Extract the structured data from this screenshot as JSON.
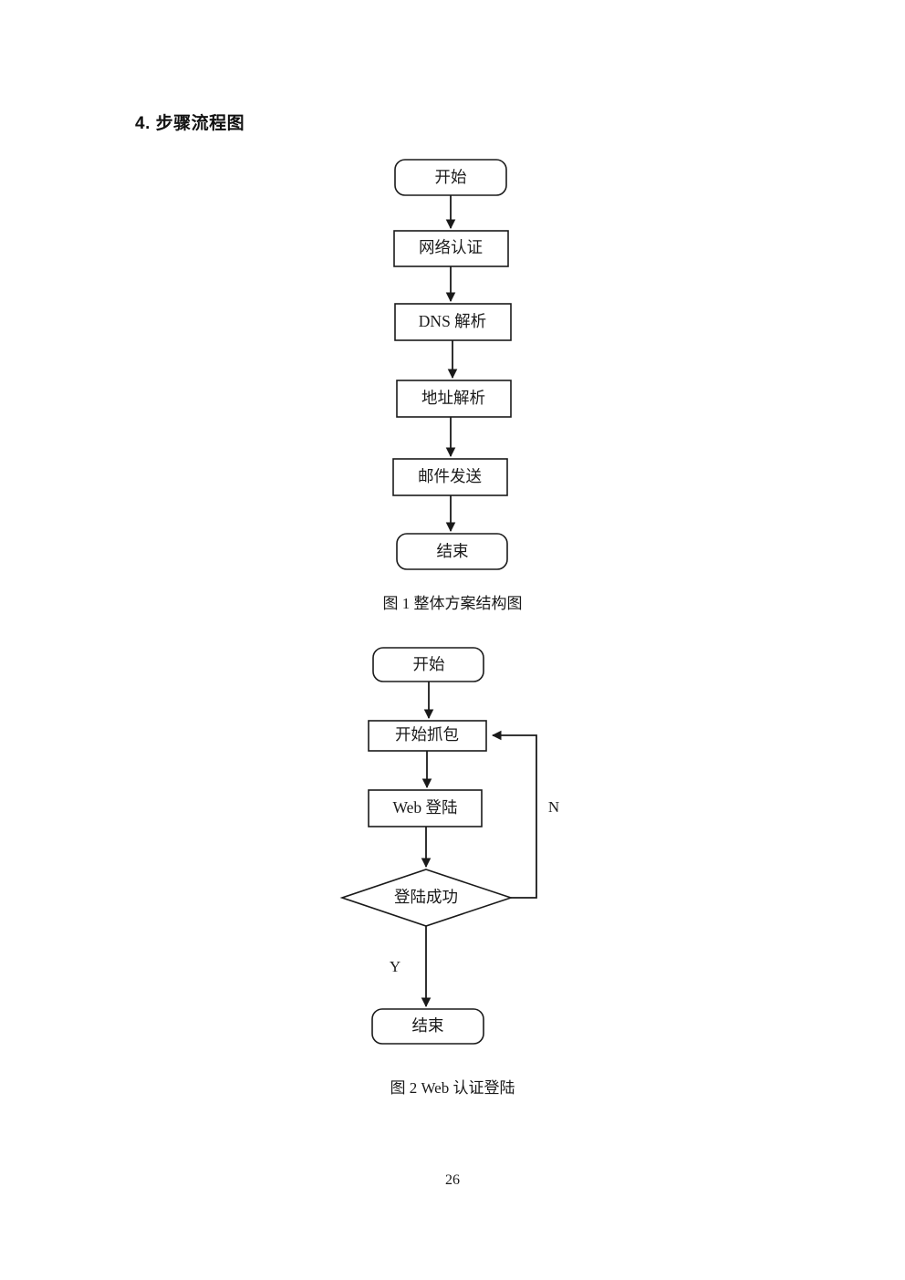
{
  "document": {
    "heading": "4. 步骤流程图",
    "page_number": "26"
  },
  "figure1": {
    "caption": "图 1  整体方案结构图",
    "nodes": [
      {
        "id": "f1-start",
        "label": "开始",
        "shape": "rounded"
      },
      {
        "id": "f1-auth",
        "label": "网络认证",
        "shape": "rect"
      },
      {
        "id": "f1-dns",
        "label": "DNS 解析",
        "shape": "rect"
      },
      {
        "id": "f1-addr",
        "label": "地址解析",
        "shape": "rect"
      },
      {
        "id": "f1-mail",
        "label": "邮件发送",
        "shape": "rect"
      },
      {
        "id": "f1-end",
        "label": "结束",
        "shape": "rounded"
      }
    ]
  },
  "figure2": {
    "caption": "图 2  Web  认证登陆",
    "nodes": [
      {
        "id": "f2-start",
        "label": "开始",
        "shape": "rounded"
      },
      {
        "id": "f2-capture",
        "label": "开始抓包",
        "shape": "rect"
      },
      {
        "id": "f2-weblogin",
        "label": "Web 登陆",
        "shape": "rect"
      },
      {
        "id": "f2-decision",
        "label": "登陆成功",
        "shape": "diamond"
      },
      {
        "id": "f2-end",
        "label": "结束",
        "shape": "rounded"
      }
    ],
    "edge_labels": {
      "no_branch": "N",
      "yes_branch": "Y"
    }
  },
  "colors": {
    "ink": "#1a1a1a",
    "paper": "#ffffff"
  }
}
